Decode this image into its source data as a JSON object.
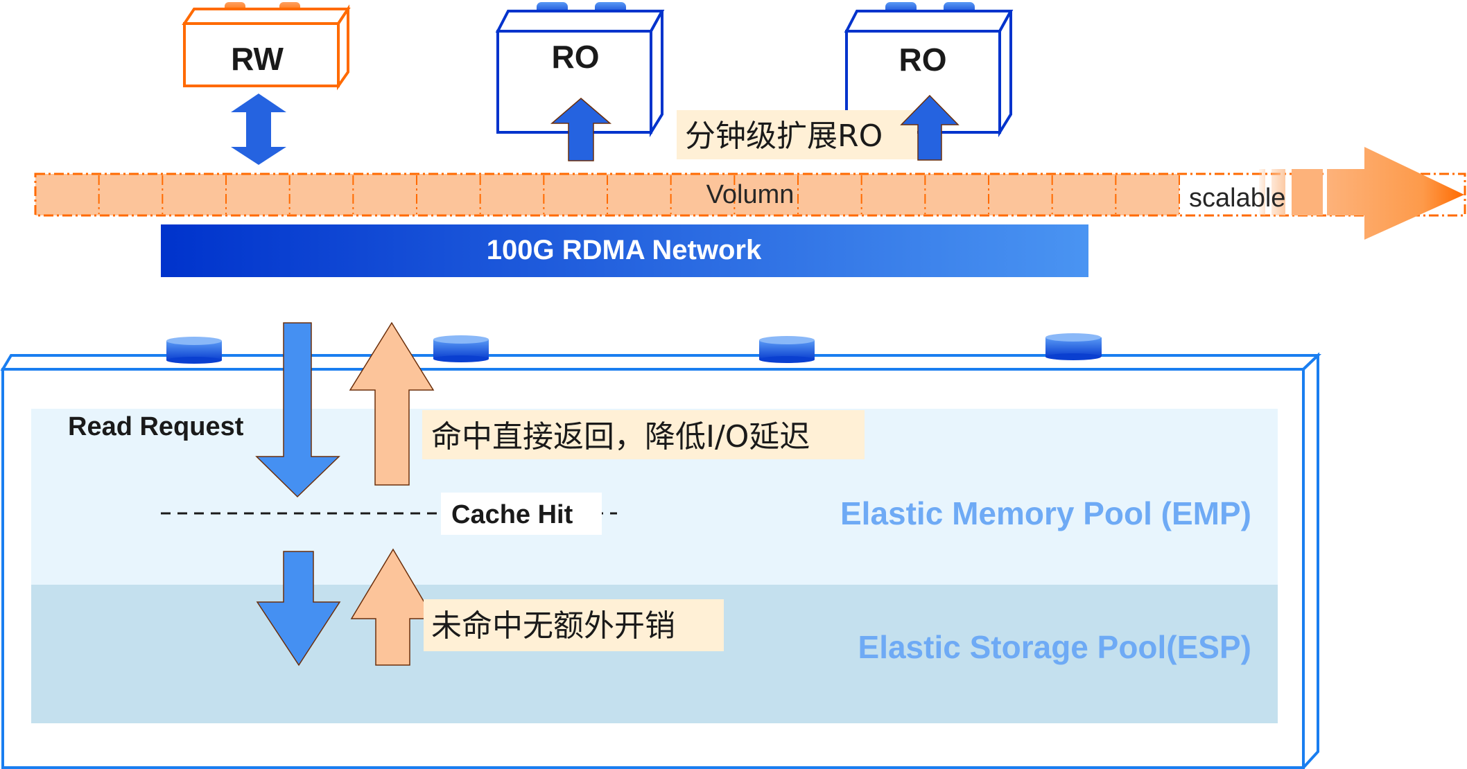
{
  "nodes": {
    "rw": {
      "label": "RW",
      "color": "#ff6a00"
    },
    "ro1": {
      "label": "RO",
      "color": "#0033cc"
    },
    "ro2": {
      "label": "RO",
      "color": "#0033cc"
    }
  },
  "annotations": {
    "scale_ro": "分钟级扩展RO",
    "hit_return": "命中直接返回，降低I/O延迟",
    "miss_no_overhead": "未命中无额外开销"
  },
  "volume": {
    "label": "Volumn",
    "scalable_label": "scalable",
    "fill": "#fcc49a",
    "border": "#ff6a00"
  },
  "network": {
    "label": "100G RDMA  Network",
    "gradient_from": "#0033cc",
    "gradient_to": "#4a94f2"
  },
  "pool": {
    "read_request_label": "Read Request",
    "cache_hit_label": "Cache Hit",
    "emp_label": "Elastic Memory Pool (EMP)",
    "esp_label": "Elastic Storage Pool(ESP)",
    "emp_bg": "#e8f5fd",
    "esp_bg": "#c4e0ee",
    "label_color": "#6eaaf5",
    "border_color": "#1a7ef0"
  },
  "colors": {
    "arrow_blue": "#2563e0",
    "arrow_blue_light": "#4590f2",
    "arrow_orange": "#fcc49a",
    "note_bg": "#fff0d6"
  }
}
